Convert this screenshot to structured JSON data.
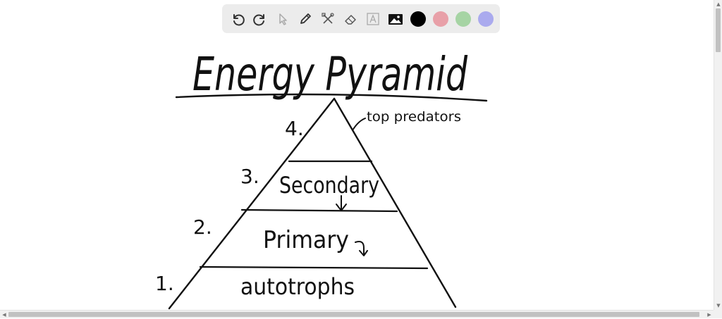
{
  "toolbar": {
    "tools": [
      {
        "name": "undo-icon",
        "enabled": true
      },
      {
        "name": "redo-icon",
        "enabled": true
      },
      {
        "name": "pointer-icon",
        "enabled": false
      },
      {
        "name": "pen-icon",
        "enabled": true
      },
      {
        "name": "tools-icon",
        "enabled": true
      },
      {
        "name": "eraser-icon",
        "enabled": true
      },
      {
        "name": "text-icon",
        "enabled": false
      },
      {
        "name": "image-icon",
        "enabled": true
      }
    ],
    "colors": [
      "#000000",
      "#e8a0a8",
      "#a6d4a4",
      "#aaaaee"
    ]
  },
  "canvas": {
    "title": "Energy Pyramid",
    "levels": [
      {
        "number": "4.",
        "label": "top predators"
      },
      {
        "number": "3.",
        "label": "Secondary"
      },
      {
        "number": "2.",
        "label": "Primary"
      },
      {
        "number": "1.",
        "label": "autotrophs"
      }
    ]
  }
}
